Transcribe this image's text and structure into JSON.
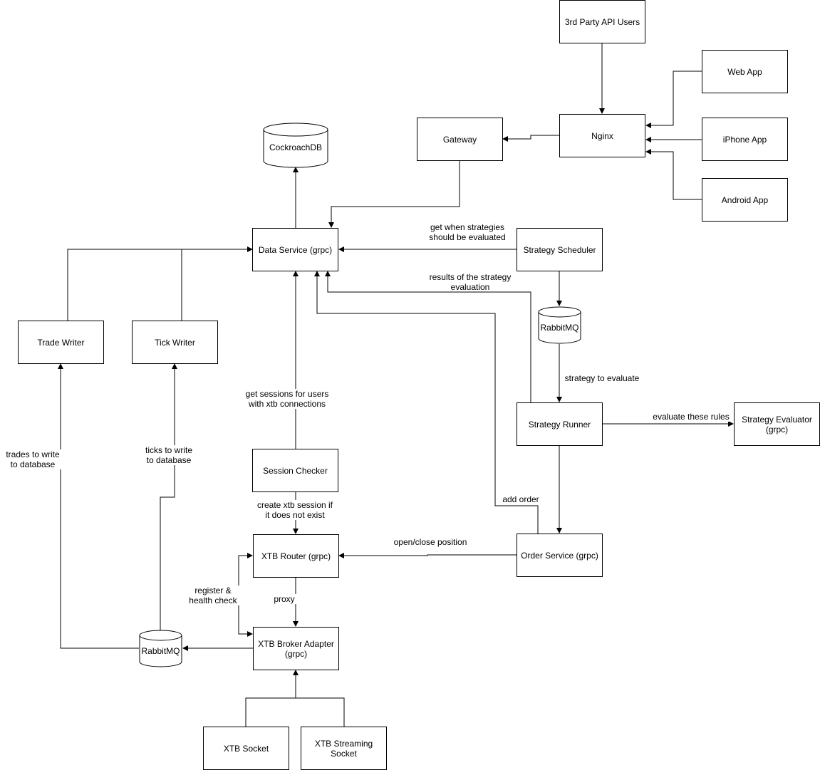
{
  "nodes": {
    "third_party": "3rd Party API Users",
    "web_app": "Web App",
    "nginx": "Nginx",
    "gateway": "Gateway",
    "iphone_app": "iPhone App",
    "android_app": "Android App",
    "cockroachdb": "CockroachDB",
    "data_service": "Data Service (grpc)",
    "strategy_scheduler": "Strategy Scheduler",
    "rabbitmq_top": "RabbitMQ",
    "trade_writer": "Trade Writer",
    "tick_writer": "Tick Writer",
    "strategy_runner": "Strategy Runner",
    "strategy_evaluator": "Strategy Evaluator\n(grpc)",
    "session_checker": "Session Checker",
    "xtb_router": "XTB Router (grpc)",
    "order_service": "Order Service (grpc)",
    "rabbitmq_bottom": "RabbitMQ",
    "xtb_broker_adapter": "XTB Broker Adapter\n(grpc)",
    "xtb_socket": "XTB Socket",
    "xtb_streaming_socket": "XTB Streaming\nSocket"
  },
  "edge_labels": {
    "get_when_strategies": "get when strategies\nshould be evaluated",
    "results_of_strategy": "results of the strategy\nevaluation",
    "strategy_to_evaluate": "strategy to evaluate",
    "evaluate_these_rules": "evaluate these rules",
    "get_sessions": "get sessions for users\nwith xtb connections",
    "trades_to_write": "trades to write\nto database",
    "ticks_to_write": "ticks to write\nto database",
    "create_xtb_session": "create xtb session if\nit does not exist",
    "add_order": "add order",
    "open_close_position": "open/close position",
    "register_health": "register &\nhealth check",
    "proxy": "proxy"
  }
}
